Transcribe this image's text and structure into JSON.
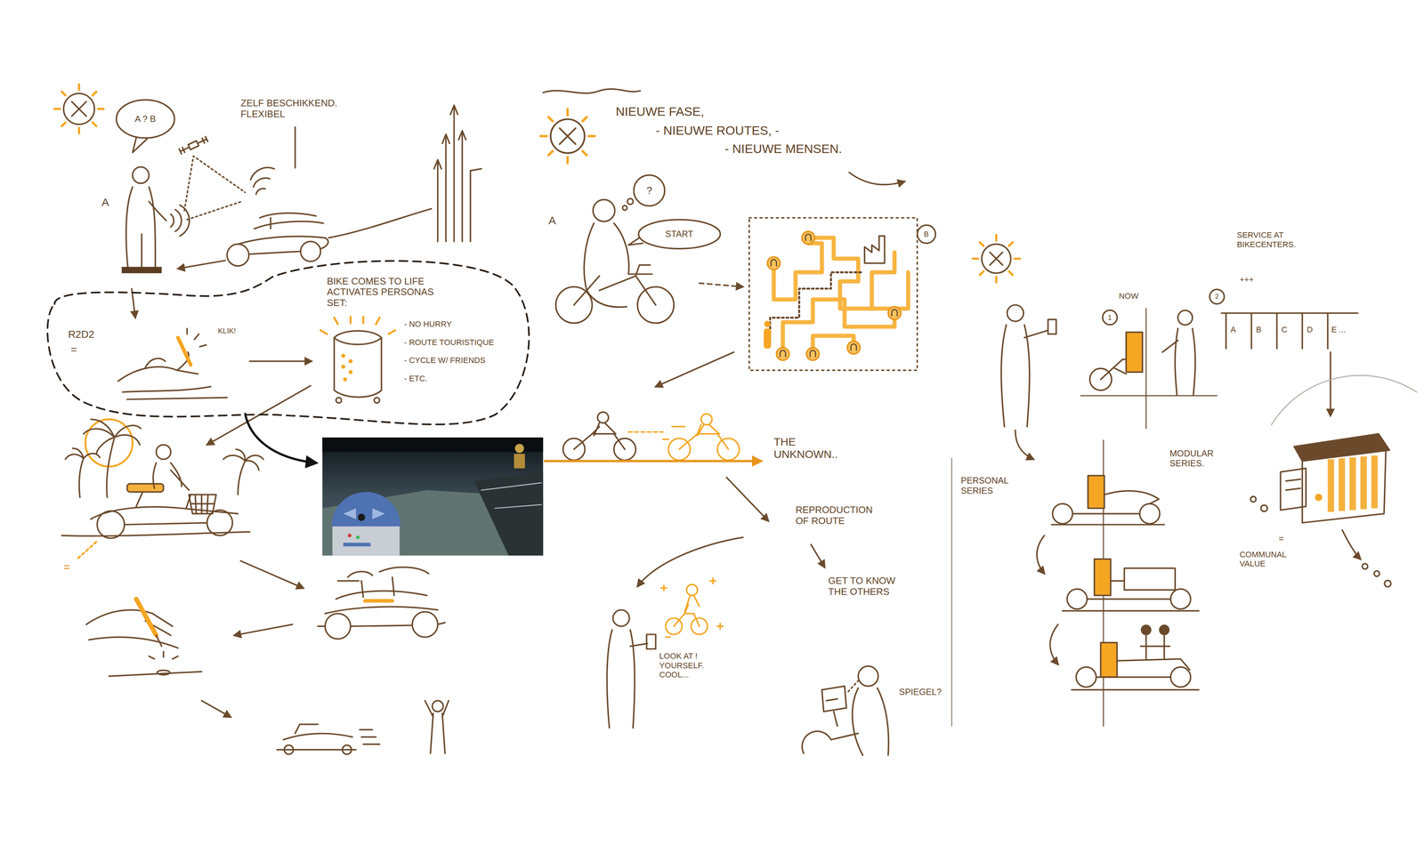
{
  "diagram": {
    "nodes": [
      {
        "text": [
          "A ? B"
        ]
      },
      {
        "text": [
          "R2D2",
          "=",
          "KLIK!",
          "BIKE COMES TO LIFE ACTIVATES PERSONAS SET:",
          "- NO HURRY",
          "- ROUTE TOURISTIQUE",
          "- CYCLE W/ FRIENDS",
          "- ETC."
        ]
      },
      {
        "text": [
          "?"
        ]
      },
      {
        "text": [
          "START"
        ]
      },
      {
        "text": [
          "B"
        ]
      },
      {
        "text": [
          "1"
        ]
      },
      {
        "text": [
          "2"
        ]
      }
    ],
    "labels": [
      "ZELF BESCHIKKEND. FLEXIBEL",
      "A",
      "=",
      "NIEUWE FASE,",
      "- NIEUWE ROUTES, -",
      "- NIEUWE MENSEN.",
      "A",
      "THE UNKNOWN..",
      "REPRODUCTION OF ROUTE",
      "GET TO KNOW THE OTHERS",
      "LOOK AT ! YOURSELF. COOL...",
      "SPIEGEL?",
      "SERVICE AT BIKECENTERS.",
      "+++",
      "NOW",
      "A",
      "B",
      "C",
      "D",
      "E ...",
      "PERSONAL SERIES",
      "MODULAR SERIES.",
      "=",
      "COMMUNAL VALUE"
    ]
  }
}
